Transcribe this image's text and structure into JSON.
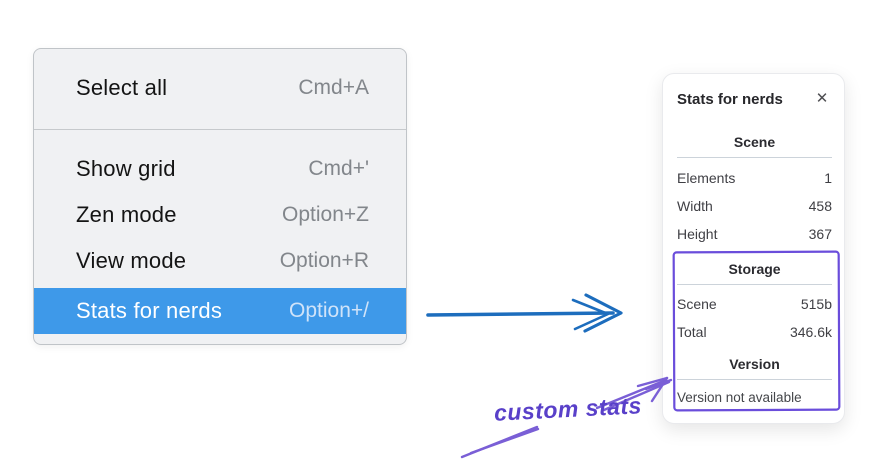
{
  "colors": {
    "menu_highlight": "#3e99e9",
    "menu_highlight_text": "#ffffff",
    "menu_shortcut_on_highlight": "#cfe3f9",
    "arrow_blue": "#1d6dbd",
    "annotation_purple": "#7a5fd6",
    "annotation_text": "#5940c9",
    "box_purple": "#6a4ddb"
  },
  "context_menu": {
    "items": [
      {
        "label": "Select all",
        "shortcut": "Cmd+A",
        "selected": false
      },
      {
        "label": "Show grid",
        "shortcut": "Cmd+'",
        "selected": false
      },
      {
        "label": "Zen mode",
        "shortcut": "Option+Z",
        "selected": false
      },
      {
        "label": "View mode",
        "shortcut": "Option+R",
        "selected": false
      },
      {
        "label": "Stats for nerds",
        "shortcut": "Option+/",
        "selected": true
      }
    ]
  },
  "stats_panel": {
    "title": "Stats for nerds",
    "close_glyph": "✕",
    "scene": {
      "header": "Scene",
      "rows": [
        {
          "label": "Elements",
          "value": "1"
        },
        {
          "label": "Width",
          "value": "458"
        },
        {
          "label": "Height",
          "value": "367"
        }
      ]
    },
    "storage": {
      "header": "Storage",
      "rows": [
        {
          "label": "Scene",
          "value": "515b"
        },
        {
          "label": "Total",
          "value": "346.6k"
        }
      ]
    },
    "version": {
      "header": "Version",
      "note": "Version not available"
    }
  },
  "annotation": {
    "label": "custom stats"
  }
}
